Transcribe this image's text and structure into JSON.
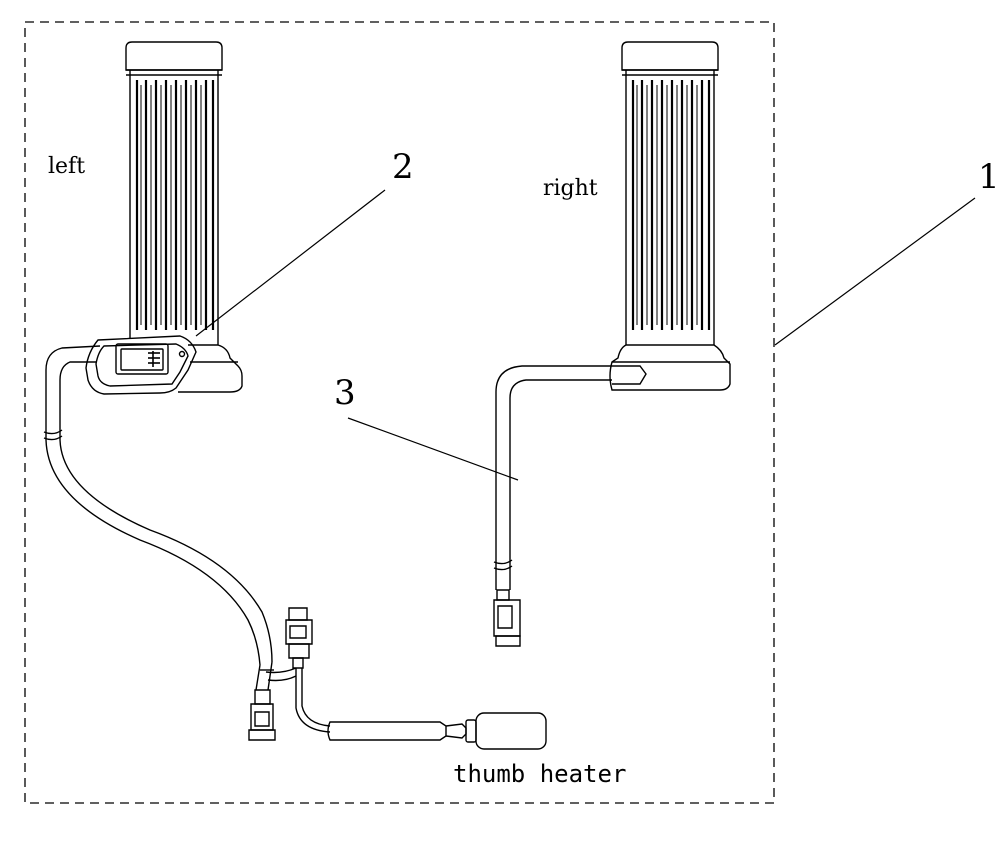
{
  "labels": {
    "left": "left",
    "right": "right",
    "thumb_heater": "thumb heater"
  },
  "callouts": {
    "one": "1",
    "two": "2",
    "three": "3"
  }
}
